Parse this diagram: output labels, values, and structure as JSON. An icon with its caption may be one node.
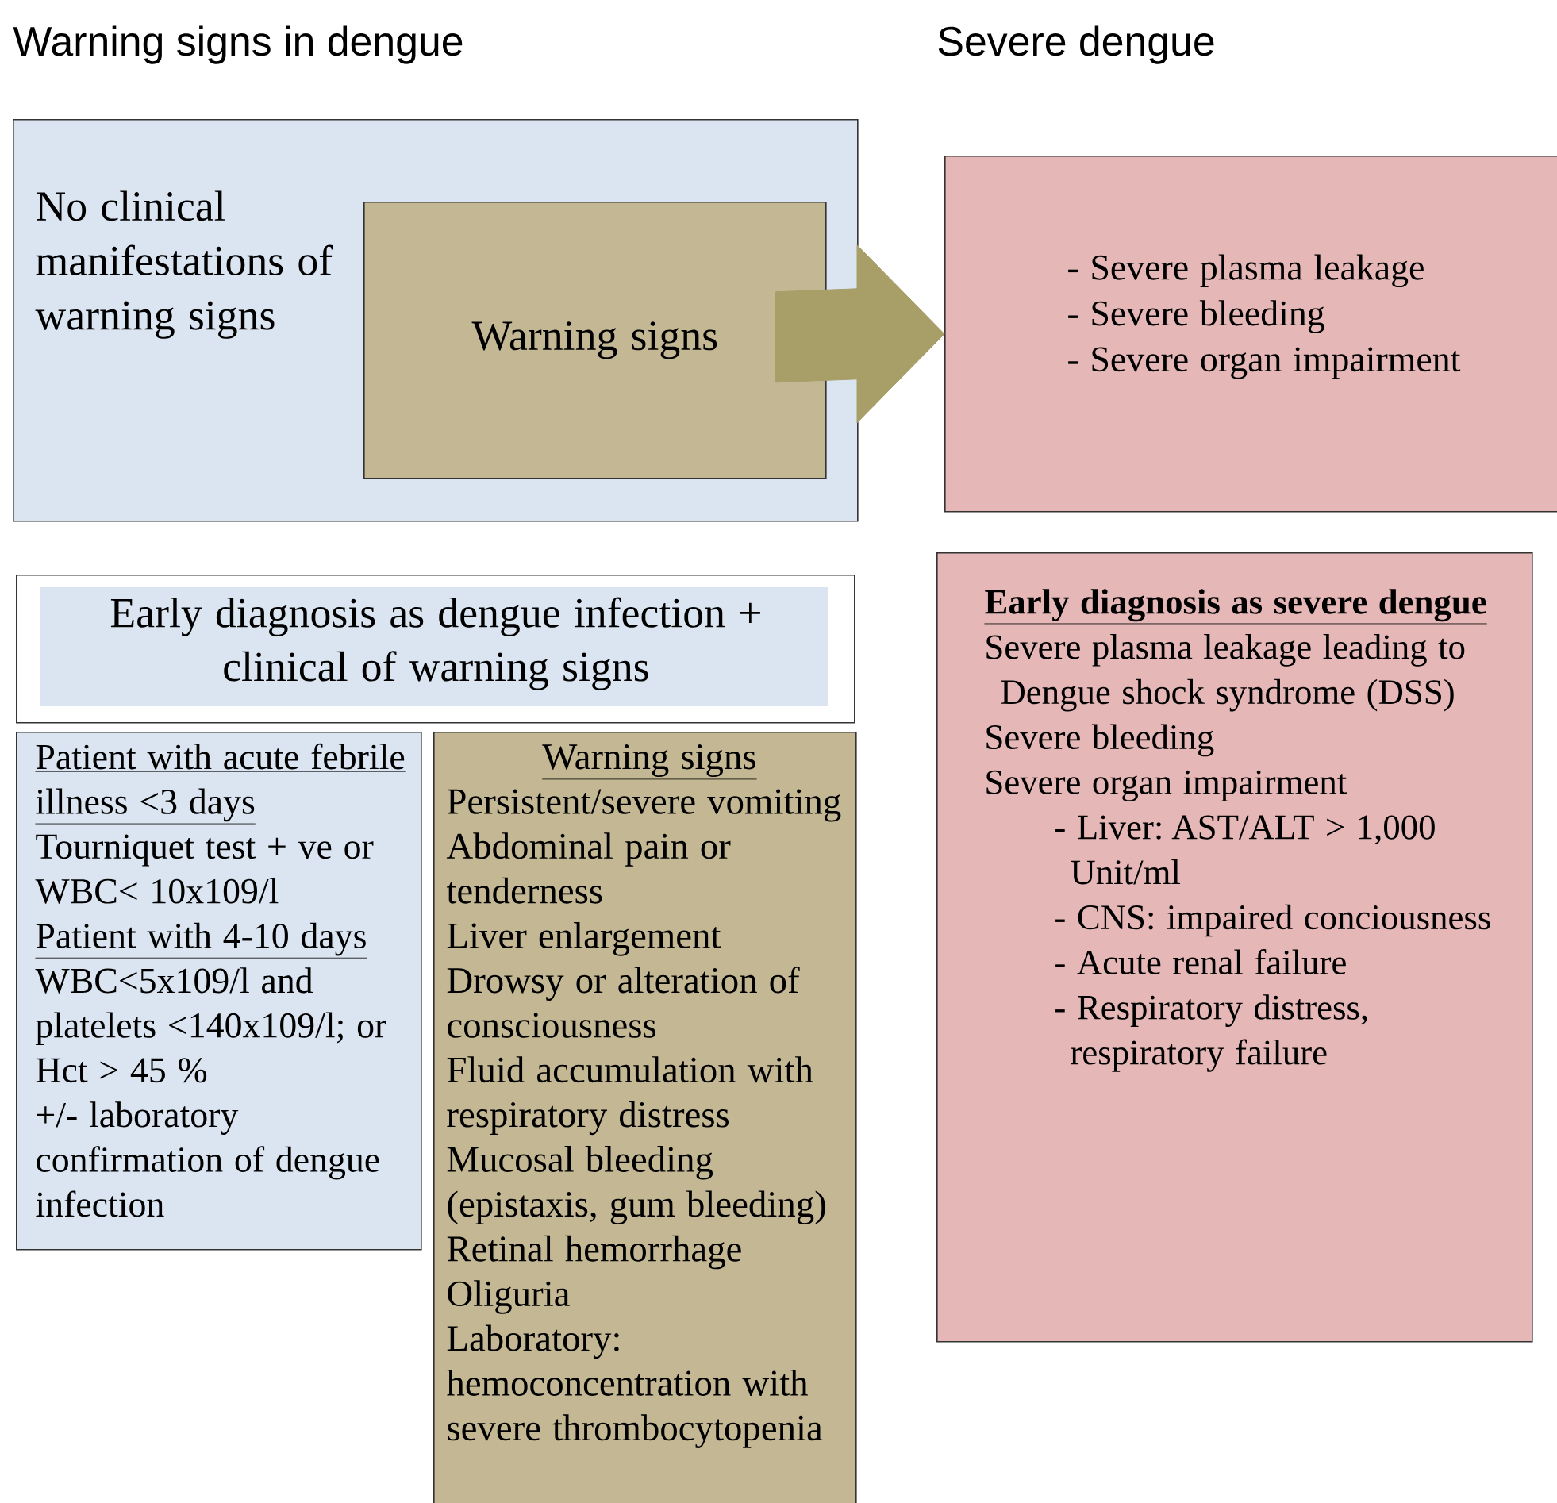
{
  "diagram": {
    "nodes": [
      {
        "text": [
          "No clinical manifestations of warning signs"
        ]
      },
      {
        "text": [
          "Warning signs"
        ],
        "in": 0
      },
      {
        "text": [
          "- Severe plasma leakage",
          "- Severe bleeding",
          "- Severe organ impairment"
        ]
      },
      {
        "text": [
          "Early diagnosis as dengue infection + clinical of warning signs"
        ]
      },
      {
        "text": [
          "Patient with acute febrile illness <3 days",
          "Tourniquet test + ve or WBC< 10x109/l",
          "Patient with 4-10 days",
          "WBC<5x109/l and platelets <140x109/l; or Hct > 45 %",
          "+/- laboratory confirmation of dengue infection"
        ]
      },
      {
        "text": [
          "Warning signs",
          "Persistent/severe vomiting",
          "Abdominal pain or tenderness",
          "Liver enlargement",
          "Drowsy or alteration of consciousness",
          "Fluid accumulation with respiratory distress",
          "Mucosal bleeding (epistaxis, gum bleeding)",
          "Retinal hemorrhage",
          "Oliguria",
          "Laboratory: hemoconcentration with severe thrombocytopenia"
        ]
      },
      {
        "text": [
          "Early diagnosis as severe dengue",
          "Severe plasma leakage leading to Dengue shock syndrome (DSS)",
          "Severe bleeding",
          "Severe organ impairment",
          "- Liver: AST/ALT > 1,000 Unit/ml",
          "- CNS: impaired conciousness",
          "- Acute renal failure",
          "- Respiratory distress, respiratory failure"
        ]
      }
    ],
    "edges": [
      {
        "from": 1,
        "to": 2,
        "arrow": "to"
      }
    ],
    "labels": [
      "Warning signs in dengue",
      "Severe dengue"
    ]
  }
}
